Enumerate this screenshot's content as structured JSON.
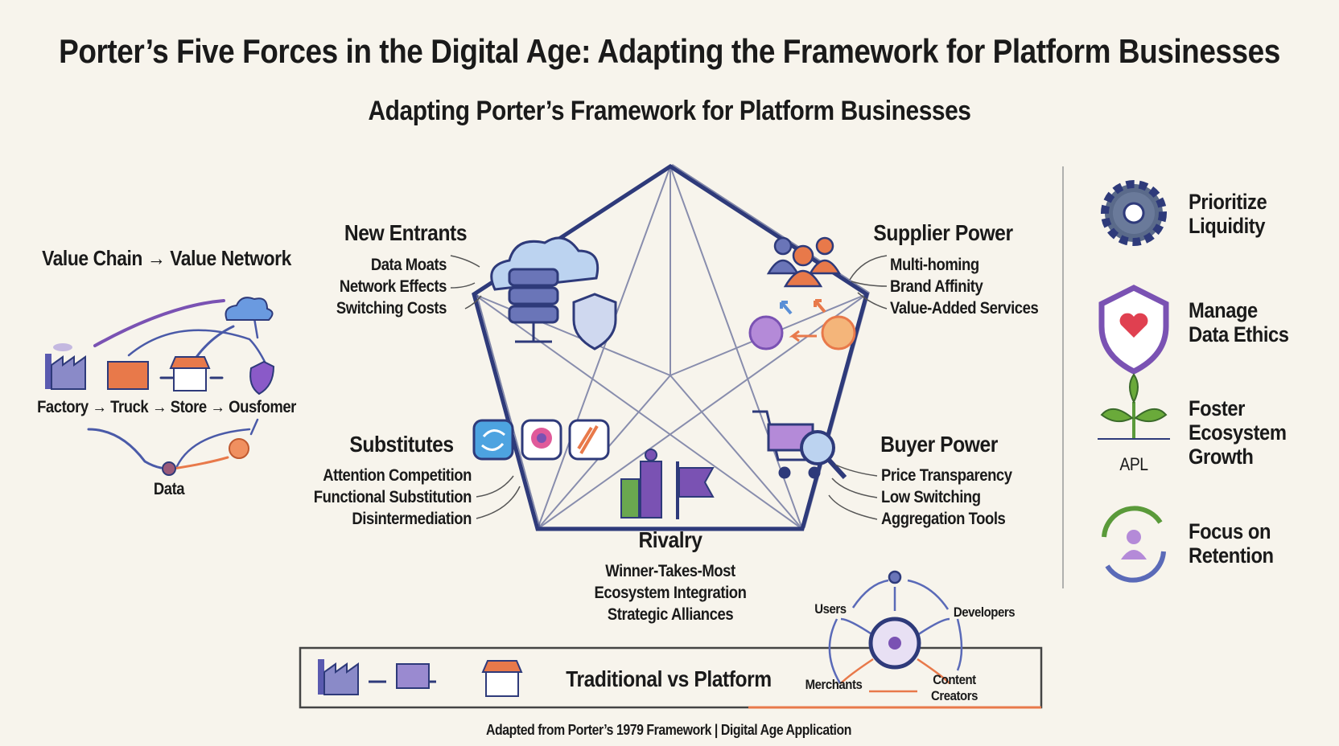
{
  "title": "Porter’s Five Forces in the Digital Age: Adapting the Framework for Platform Businesses",
  "subtitle": "Adapting Porter’s Framework for Platform Businesses",
  "value_chain": {
    "title": "Value Chain → Value Network",
    "chain_label": "Factory → Truck → Store → Ousfomer",
    "data_label": "Data"
  },
  "forces": {
    "new_entrants": {
      "title": "New Entrants",
      "items": [
        "Data Moats",
        "Network Effects",
        "Switching Costs"
      ]
    },
    "supplier_power": {
      "title": "Supplier Power",
      "items": [
        "Multi-homing",
        "Brand Affinity",
        "Value-Added Services"
      ]
    },
    "substitutes": {
      "title": "Substitutes",
      "items": [
        "Attention Competition",
        "Functional Substitution",
        "Disintermediation"
      ]
    },
    "buyer_power": {
      "title": "Buyer Power",
      "items": [
        "Price Transparency",
        "Low Switching",
        "Aggregation Tools"
      ]
    },
    "rivalry": {
      "title": "Rivalry",
      "items": [
        "Winner-Takes-Most",
        "Ecosystem Integration",
        "Strategic Alliances"
      ]
    }
  },
  "strategies": [
    {
      "icon": "gear-icon",
      "lines": [
        "Prioritize",
        "Liquidity"
      ]
    },
    {
      "icon": "shield-heart-icon",
      "lines": [
        "Manage",
        "Data Ethics"
      ]
    },
    {
      "icon": "plant-icon",
      "badge": "APL",
      "lines": [
        "Foster",
        "Ecosystem",
        "Growth"
      ]
    },
    {
      "icon": "retention-cycle-icon",
      "lines": [
        "Focus on",
        "Retention"
      ]
    }
  ],
  "comparison": {
    "label": "Traditional vs Platform",
    "network_nodes": [
      "Users",
      "Developers",
      "Merchants",
      "Content",
      "Creators"
    ]
  },
  "footer": "Adapted from Porter’s 1979 Framework | Digital Age Application",
  "colors": {
    "background": "#f7f4ec",
    "navy": "#2e3a7a",
    "purple": "#7a52b3",
    "orange": "#e8794a",
    "blue": "#5a8fd6",
    "green": "#5a9a3a"
  }
}
